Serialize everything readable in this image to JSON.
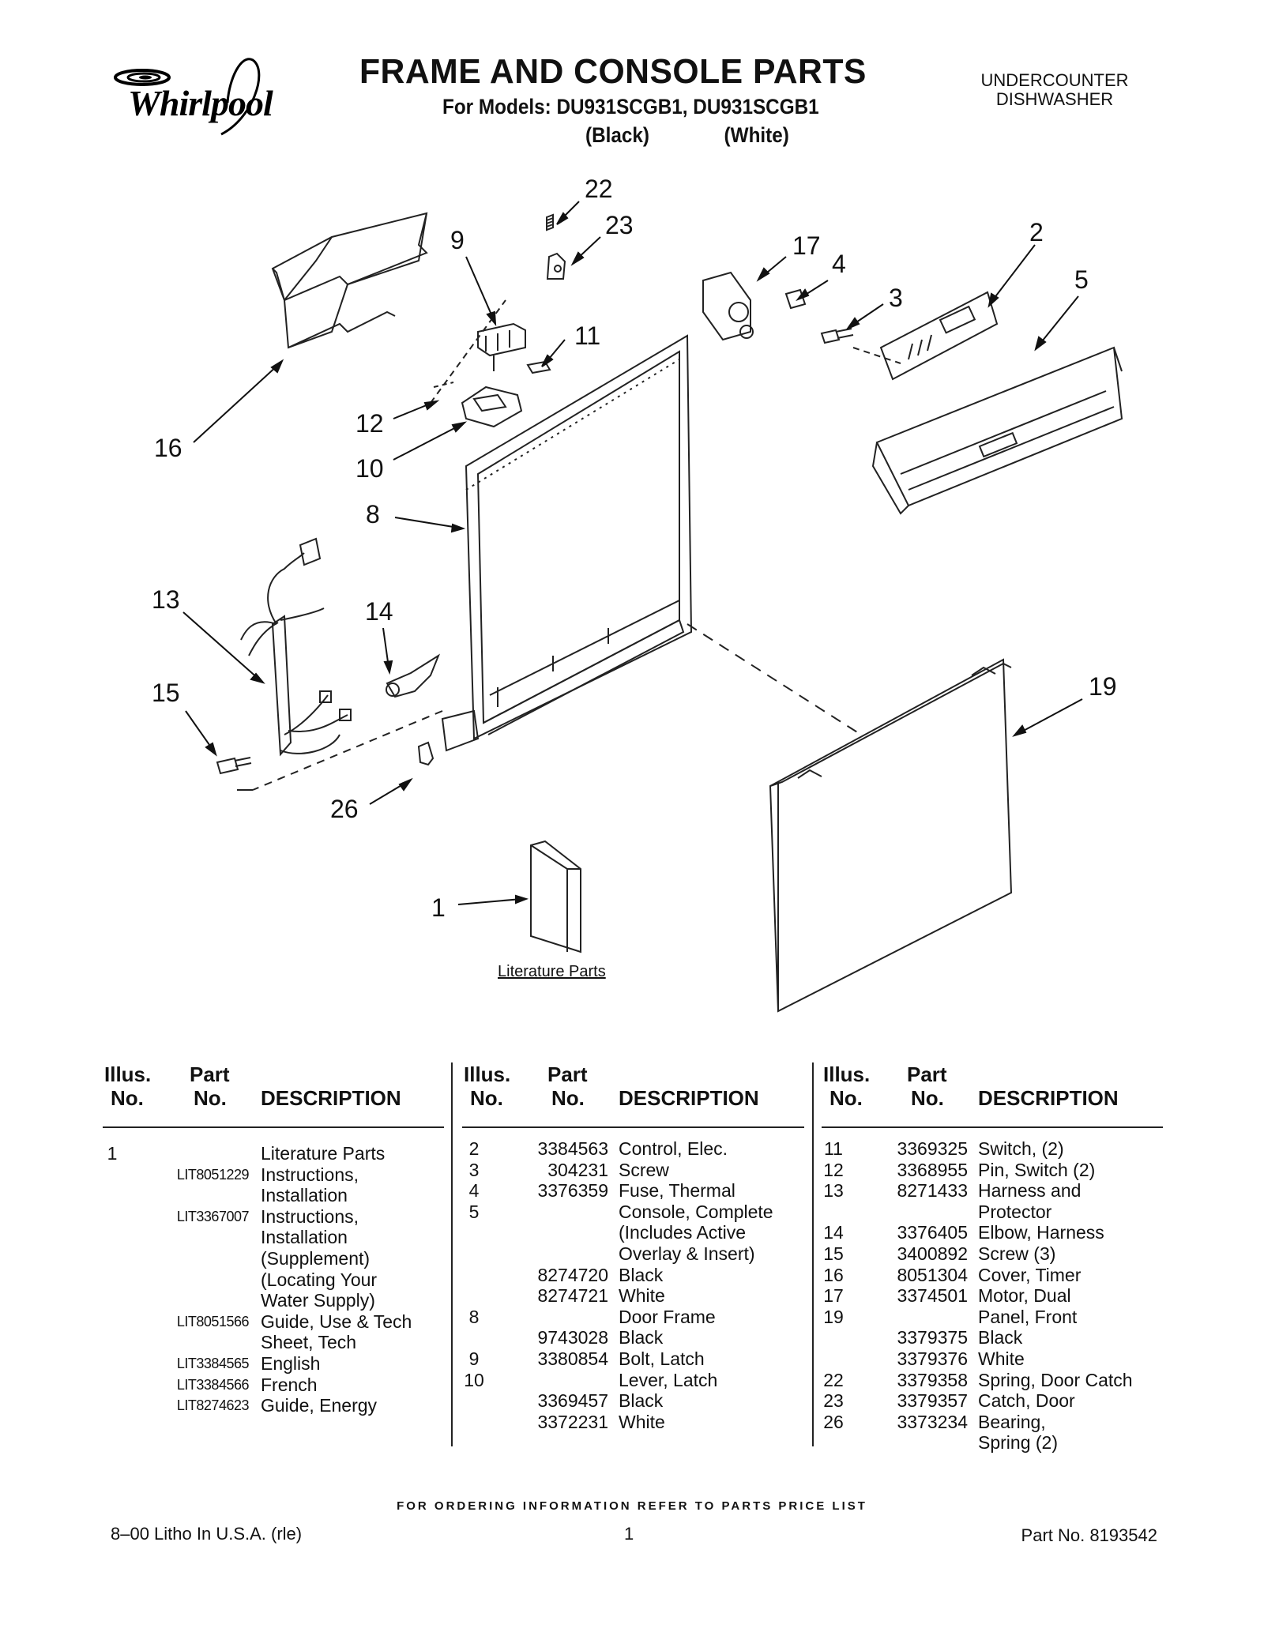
{
  "header": {
    "brand": "Whirlpool",
    "title": "FRAME AND CONSOLE PARTS",
    "models": "For Models: DU931SCGB1, DU931SCGB1",
    "variant_1": "(Black)",
    "variant_2": "(White)",
    "appliance_line1": "UNDERCOUNTER",
    "appliance_line2": "DISHWASHER"
  },
  "diagram": {
    "callouts": [
      "22",
      "23",
      "9",
      "11",
      "17",
      "4",
      "2",
      "3",
      "5",
      "16",
      "12",
      "10",
      "8",
      "13",
      "14",
      "15",
      "26",
      "19",
      "1"
    ],
    "literature_caption": "Literature Parts"
  },
  "table": {
    "headers": {
      "illus_line1": "Illus.",
      "illus_line2": "No.",
      "part_line1": "Part",
      "part_line2": "No.",
      "description": "DESCRIPTION"
    },
    "columns": [
      [
        {
          "illus": "1",
          "part": "",
          "desc": "Literature Parts"
        },
        {
          "illus": "",
          "part": "LIT8051229",
          "desc": "Instructions,"
        },
        {
          "illus": "",
          "part": "",
          "desc": "Installation"
        },
        {
          "illus": "",
          "part": "LIT3367007",
          "desc": "Instructions,"
        },
        {
          "illus": "",
          "part": "",
          "desc": "Installation"
        },
        {
          "illus": "",
          "part": "",
          "desc": "(Supplement)"
        },
        {
          "illus": "",
          "part": "",
          "desc": "(Locating Your"
        },
        {
          "illus": "",
          "part": "",
          "desc": "Water Supply)"
        },
        {
          "illus": "",
          "part": "LIT8051566",
          "desc": "Guide, Use & Tech"
        },
        {
          "illus": "",
          "part": "",
          "desc": "Sheet, Tech"
        },
        {
          "illus": "",
          "part": "LIT3384565",
          "desc": "English"
        },
        {
          "illus": "",
          "part": "LIT3384566",
          "desc": "French"
        },
        {
          "illus": "",
          "part": "LIT8274623",
          "desc": "Guide, Energy"
        }
      ],
      [
        {
          "illus": "2",
          "part": "3384563",
          "desc": "Control, Elec."
        },
        {
          "illus": "3",
          "part": "304231",
          "desc": "Screw"
        },
        {
          "illus": "4",
          "part": "3376359",
          "desc": "Fuse, Thermal"
        },
        {
          "illus": "5",
          "part": "",
          "desc": "Console, Complete"
        },
        {
          "illus": "",
          "part": "",
          "desc": "(Includes Active"
        },
        {
          "illus": "",
          "part": "",
          "desc": "Overlay & Insert)"
        },
        {
          "illus": "",
          "part": "8274720",
          "desc": "Black"
        },
        {
          "illus": "",
          "part": "8274721",
          "desc": "White"
        },
        {
          "illus": "8",
          "part": "",
          "desc": "Door Frame"
        },
        {
          "illus": "",
          "part": "9743028",
          "desc": "Black"
        },
        {
          "illus": "9",
          "part": "3380854",
          "desc": "Bolt, Latch"
        },
        {
          "illus": "10",
          "part": "",
          "desc": "Lever, Latch"
        },
        {
          "illus": "",
          "part": "3369457",
          "desc": "Black"
        },
        {
          "illus": "",
          "part": "3372231",
          "desc": "White"
        }
      ],
      [
        {
          "illus": "11",
          "part": "3369325",
          "desc": "Switch, (2)"
        },
        {
          "illus": "12",
          "part": "3368955",
          "desc": "Pin, Switch (2)"
        },
        {
          "illus": "13",
          "part": "8271433",
          "desc": "Harness and"
        },
        {
          "illus": "",
          "part": "",
          "desc": "Protector"
        },
        {
          "illus": "14",
          "part": "3376405",
          "desc": "Elbow, Harness"
        },
        {
          "illus": "15",
          "part": "3400892",
          "desc": "Screw (3)"
        },
        {
          "illus": "16",
          "part": "8051304",
          "desc": "Cover, Timer"
        },
        {
          "illus": "17",
          "part": "3374501",
          "desc": "Motor, Dual"
        },
        {
          "illus": "19",
          "part": "",
          "desc": "Panel, Front"
        },
        {
          "illus": "",
          "part": "3379375",
          "desc": "Black"
        },
        {
          "illus": "",
          "part": "3379376",
          "desc": "White"
        },
        {
          "illus": "22",
          "part": "3379358",
          "desc": "Spring, Door Catch"
        },
        {
          "illus": "23",
          "part": "3379357",
          "desc": "Catch, Door"
        },
        {
          "illus": "26",
          "part": "3373234",
          "desc": "Bearing,"
        },
        {
          "illus": "",
          "part": "",
          "desc": "Spring (2)"
        }
      ]
    ]
  },
  "footer": {
    "note": "FOR ORDERING INFORMATION REFER TO PARTS PRICE LIST",
    "left": "8–00 Litho In U.S.A. (rle)",
    "page": "1",
    "right": "Part No. 8193542"
  }
}
